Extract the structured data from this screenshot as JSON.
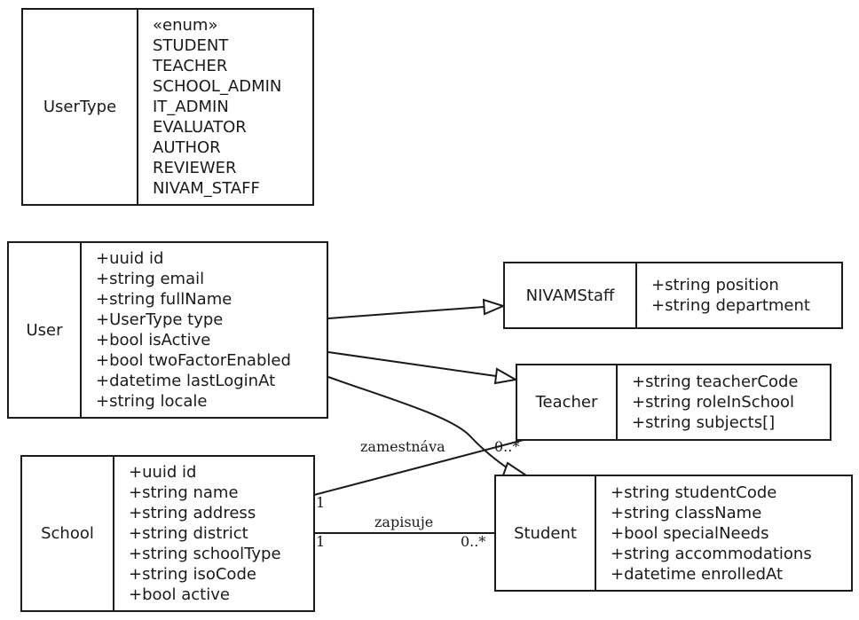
{
  "diagram": {
    "type": "uml-class-diagram",
    "classes": {
      "usertype": {
        "name": "UserType",
        "stereotype": "«enum»",
        "items": [
          "STUDENT",
          "TEACHER",
          "SCHOOL_ADMIN",
          "IT_ADMIN",
          "EVALUATOR",
          "AUTHOR",
          "REVIEWER",
          "NIVAM_STAFF"
        ]
      },
      "user": {
        "name": "User",
        "items": [
          "+uuid id",
          "+string email",
          "+string fullName",
          "+UserType type",
          "+bool isActive",
          "+bool twoFactorEnabled",
          "+datetime lastLoginAt",
          "+string locale"
        ]
      },
      "nivamstaff": {
        "name": "NIVAMStaff",
        "items": [
          "+string position",
          "+string department"
        ]
      },
      "teacher": {
        "name": "Teacher",
        "items": [
          "+string teacherCode",
          "+string roleInSchool",
          "+string subjects[]"
        ]
      },
      "school": {
        "name": "School",
        "items": [
          "+uuid id",
          "+string name",
          "+string address",
          "+string district",
          "+string schoolType",
          "+string isoCode",
          "+bool active"
        ]
      },
      "student": {
        "name": "Student",
        "items": [
          "+string studentCode",
          "+string className",
          "+bool specialNeeds",
          "+string accommodations",
          "+datetime enrolledAt"
        ]
      }
    },
    "relations": {
      "user_nivamstaff": {
        "type": "generalization",
        "from": "User",
        "to": "NIVAMStaff"
      },
      "user_teacher": {
        "type": "generalization",
        "from": "User",
        "to": "Teacher"
      },
      "user_student": {
        "type": "generalization",
        "from": "User",
        "to": "Student"
      },
      "school_teacher": {
        "type": "association",
        "from": "School",
        "to": "Teacher",
        "label": "zamestnáva",
        "from_mult": "1",
        "to_mult": "0..*"
      },
      "school_student": {
        "type": "association",
        "from": "School",
        "to": "Student",
        "label": "zapisuje",
        "from_mult": "1",
        "to_mult": "0..*"
      }
    }
  }
}
